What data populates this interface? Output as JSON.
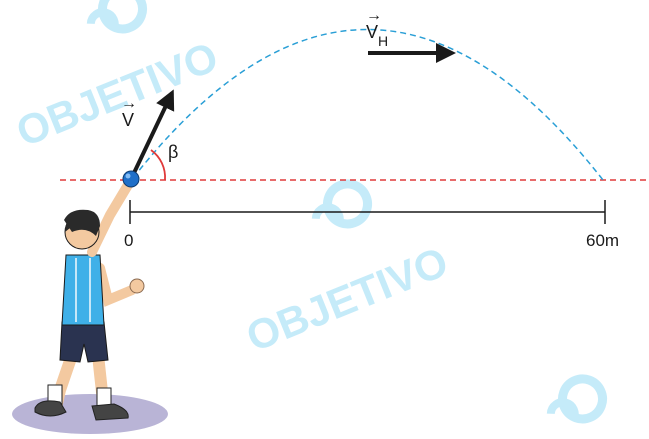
{
  "labels": {
    "velocity": "V",
    "horizontal_velocity": "V",
    "horizontal_velocity_subscript": "H",
    "angle": "β",
    "start_mark": "0",
    "end_mark": "60m",
    "vector_arrow": "→"
  },
  "watermark": {
    "text": "OBJETIVO",
    "color": "#7fd3f2"
  },
  "colors": {
    "trajectory": "#2a9fd6",
    "ground_line": "#e03a3a",
    "angle_arc": "#e03a3a",
    "arrows": "#1a1a1a",
    "ball": "#1f6fc8",
    "shirt": "#3fb0e8",
    "shorts": "#2a3350",
    "skin": "#f3c9a0",
    "shadow": "#b9b4d6"
  }
}
